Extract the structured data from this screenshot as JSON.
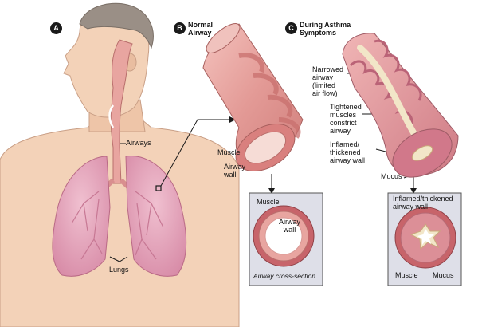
{
  "panels": {
    "a": {
      "badge": "A"
    },
    "b": {
      "badge": "B",
      "title_line1": "Normal",
      "title_line2": "Airway"
    },
    "c": {
      "badge": "C",
      "title_line1": "During Asthma",
      "title_line2": "Symptoms"
    }
  },
  "labels": {
    "airways": "Airways",
    "lungs": "Lungs",
    "muscle": "Muscle",
    "airway_wall_1": "Airway",
    "airway_wall_2": "wall",
    "narrowed_1": "Narrowed",
    "narrowed_2": "airway",
    "narrowed_3": "(limited",
    "narrowed_4": "air flow)",
    "tightened_1": "Tightened",
    "tightened_2": "muscles",
    "tightened_3": "constrict",
    "tightened_4": "airway",
    "inflamed_1": "Inflamed/",
    "inflamed_2": "thickened",
    "inflamed_3": "airway wall",
    "mucus": "Mucus"
  },
  "inset_normal": {
    "muscle": "Muscle",
    "wall_1": "Airway",
    "wall_2": "wall",
    "caption": "Airway cross-section"
  },
  "inset_asthma": {
    "inflamed_1": "Inflamed/thickened",
    "inflamed_2": "airway wall",
    "muscle": "Muscle",
    "mucus": "Mucus"
  },
  "colors": {
    "skin": "#f3d2b8",
    "lung": "#e6a5bc",
    "airway": "#e8a5a0",
    "muscle_band": "#c9706e",
    "inset_bg": "#dedfe8",
    "mucus": "#f2e6c8"
  }
}
